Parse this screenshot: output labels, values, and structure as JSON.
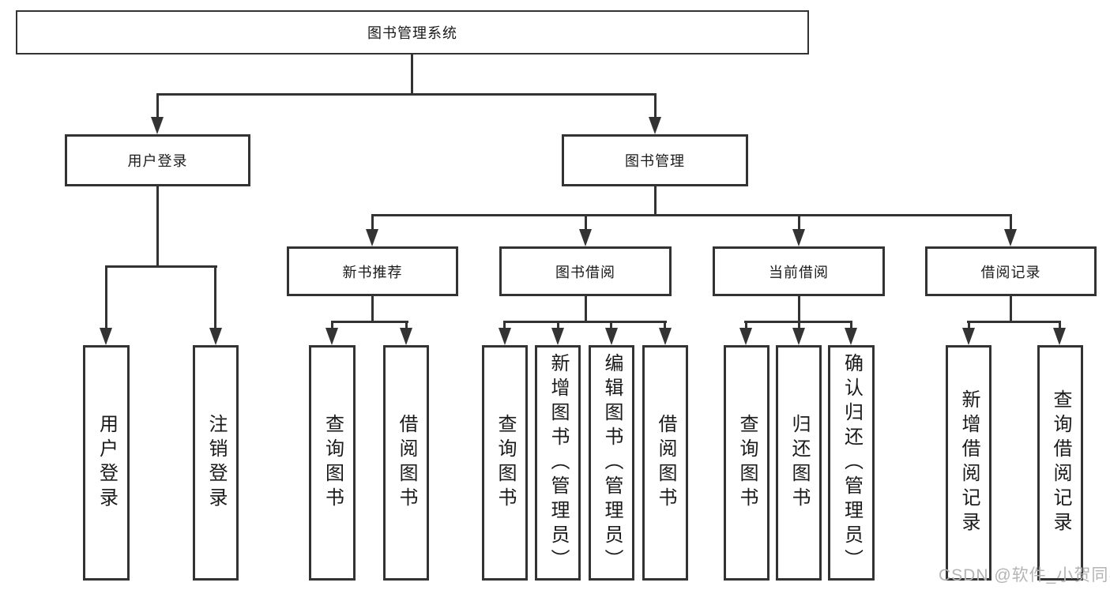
{
  "tree": {
    "root": {
      "label": "图书管理系统"
    },
    "children": [
      {
        "label": "用户登录",
        "children": [
          {
            "label": "用户登录"
          },
          {
            "label": "注销登录"
          }
        ]
      },
      {
        "label": "图书管理",
        "children": [
          {
            "label": "新书推荐",
            "children": [
              {
                "label": "查询图书"
              },
              {
                "label": "借阅图书"
              }
            ]
          },
          {
            "label": "图书借阅",
            "children": [
              {
                "label": "查询图书"
              },
              {
                "label": "新增图书（管理员）"
              },
              {
                "label": "编辑图书（管理员）"
              },
              {
                "label": "借阅图书"
              }
            ]
          },
          {
            "label": "当前借阅",
            "children": [
              {
                "label": "查询图书"
              },
              {
                "label": "归还图书"
              },
              {
                "label": "确认归还（管理员）"
              }
            ]
          },
          {
            "label": "借阅记录",
            "children": [
              {
                "label": "新增借阅记录"
              },
              {
                "label": "查询借阅记录"
              }
            ]
          }
        ]
      }
    ]
  },
  "watermark": {
    "text": "CSDN @软件_小贺同学"
  },
  "colors": {
    "line": "#333333",
    "border": "#333333",
    "text": "#1a1a1a",
    "watermark": "#b4b4b4",
    "background": "#ffffff"
  }
}
